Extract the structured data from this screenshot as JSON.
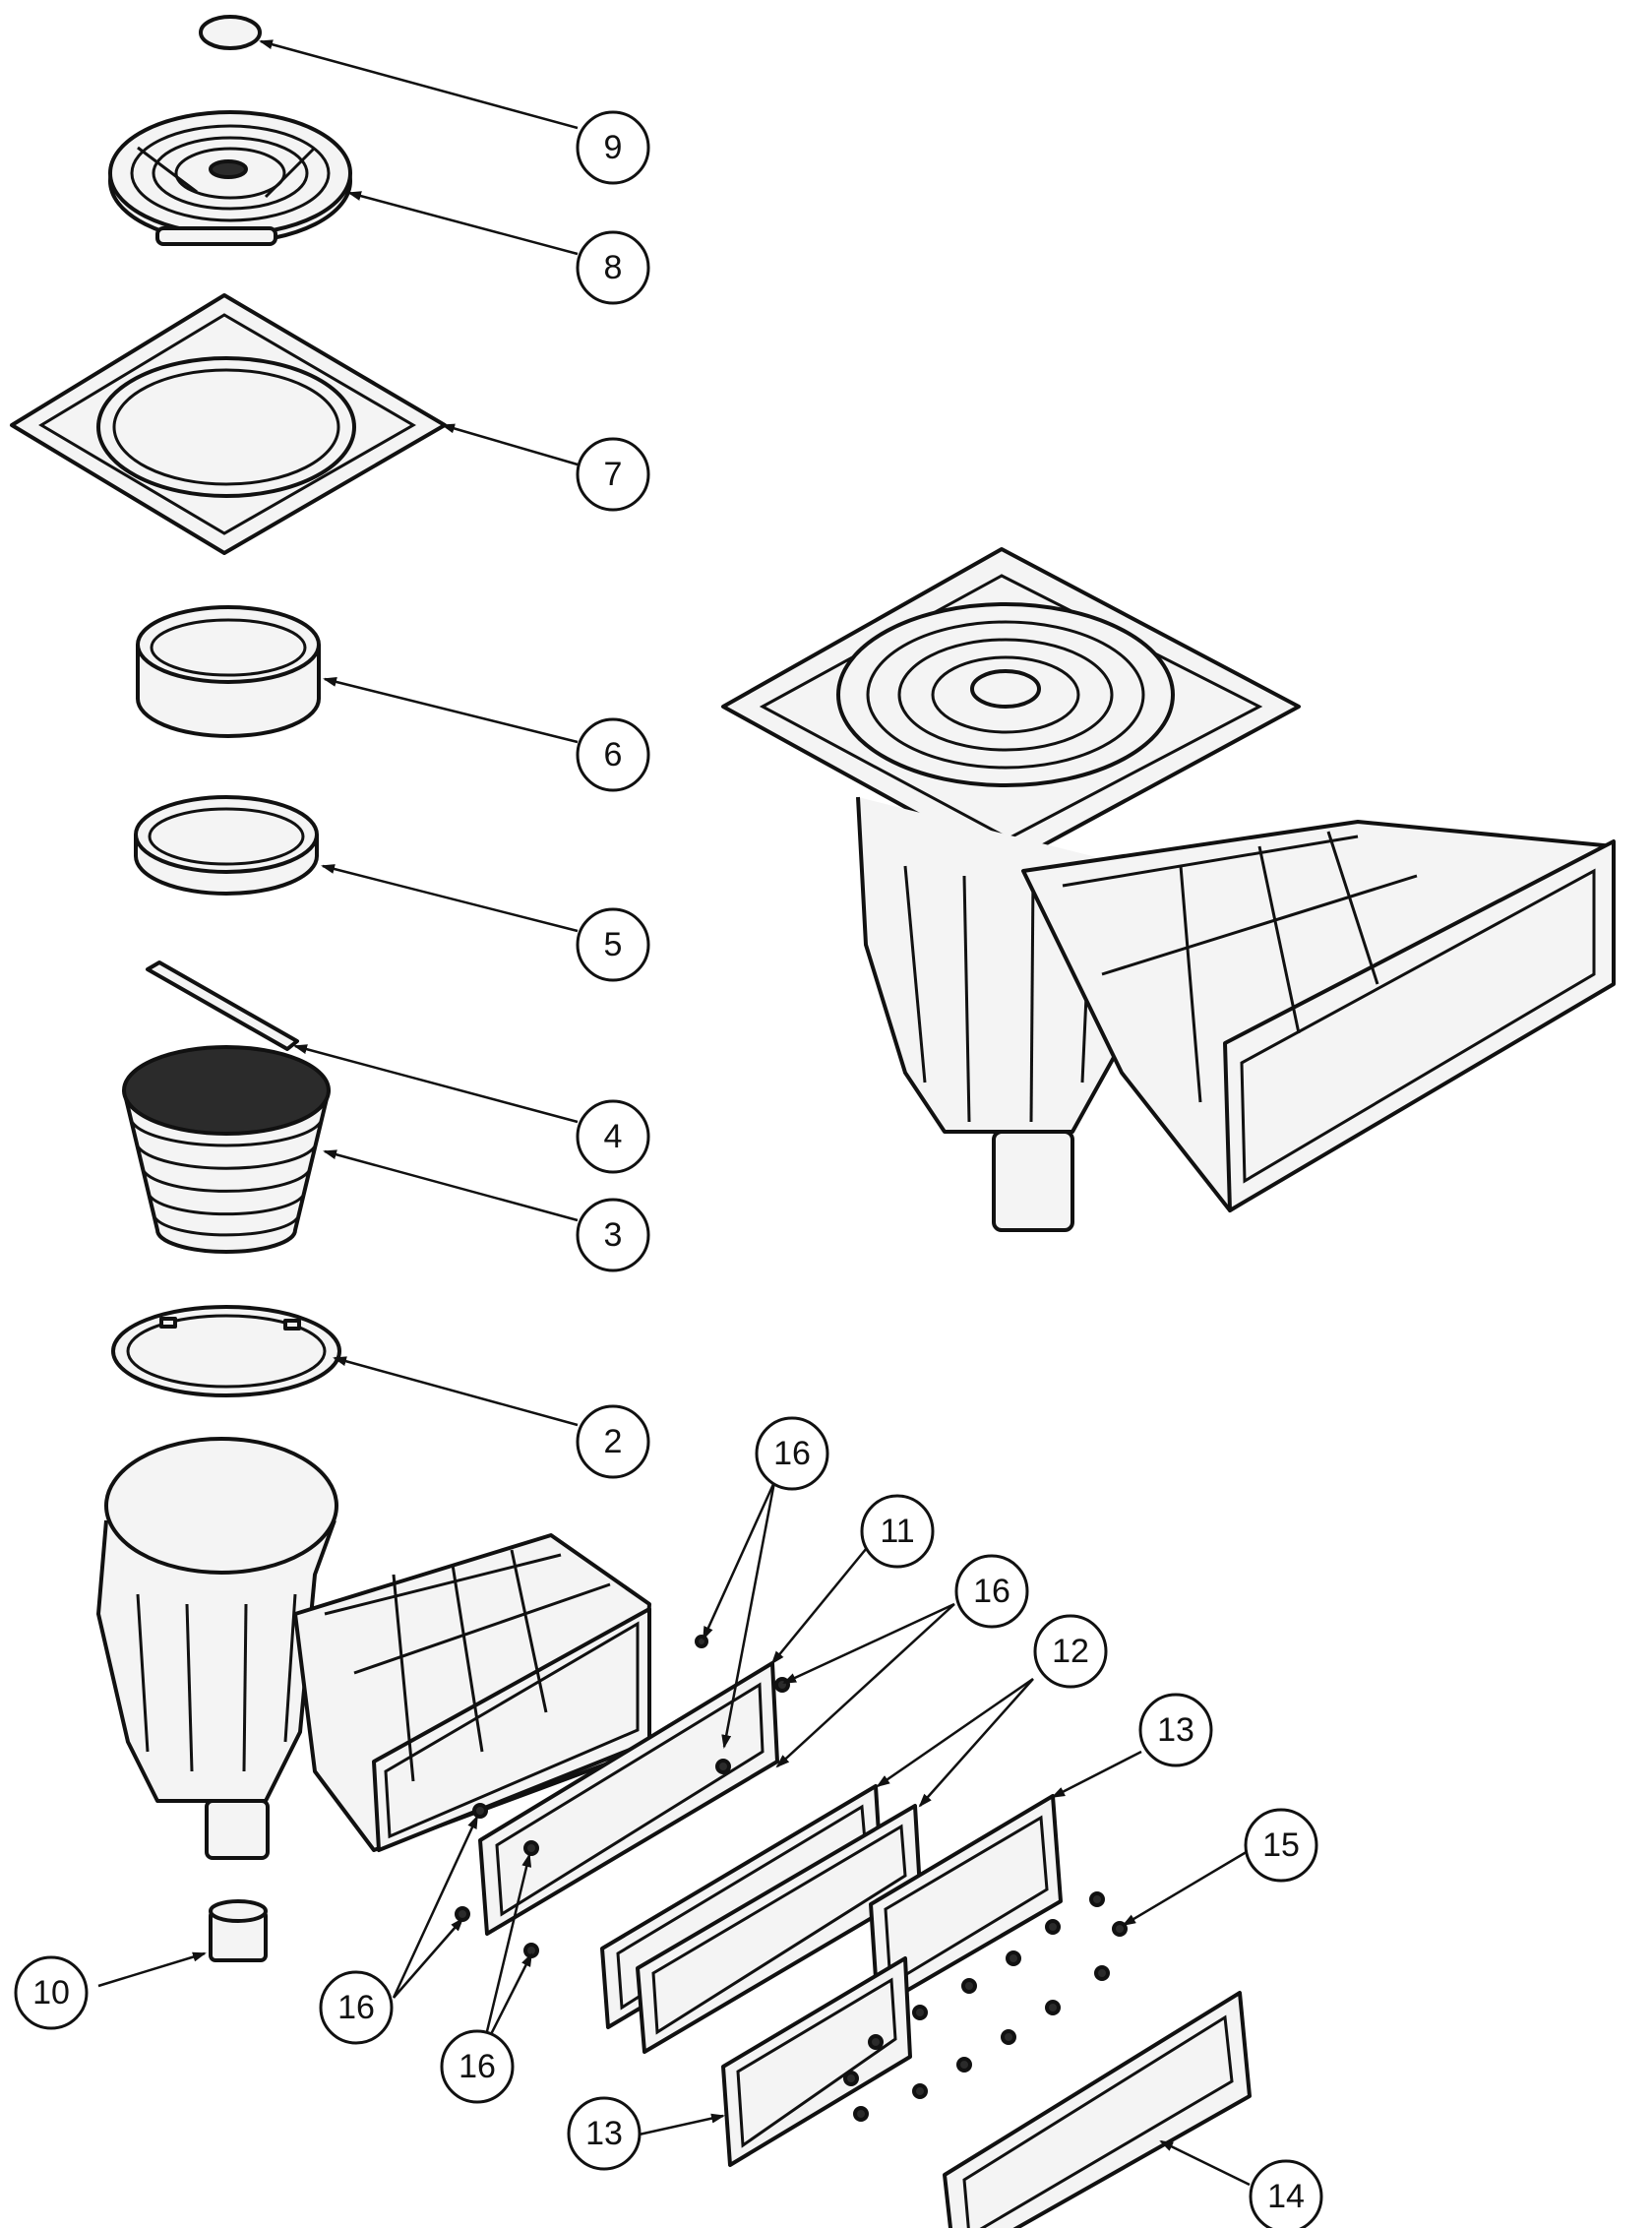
{
  "callouts": [
    {
      "id": "c9",
      "label": "9"
    },
    {
      "id": "c8",
      "label": "8"
    },
    {
      "id": "c7",
      "label": "7"
    },
    {
      "id": "c6",
      "label": "6"
    },
    {
      "id": "c5",
      "label": "5"
    },
    {
      "id": "c4",
      "label": "4"
    },
    {
      "id": "c3",
      "label": "3"
    },
    {
      "id": "c2",
      "label": "2"
    },
    {
      "id": "c10",
      "label": "10"
    },
    {
      "id": "c16a",
      "label": "16"
    },
    {
      "id": "c11",
      "label": "11"
    },
    {
      "id": "c16b",
      "label": "16"
    },
    {
      "id": "c12",
      "label": "12"
    },
    {
      "id": "c13a",
      "label": "13"
    },
    {
      "id": "c15",
      "label": "15"
    },
    {
      "id": "c16c",
      "label": "16"
    },
    {
      "id": "c16d",
      "label": "16"
    },
    {
      "id": "c13b",
      "label": "13"
    },
    {
      "id": "c14",
      "label": "14"
    }
  ]
}
